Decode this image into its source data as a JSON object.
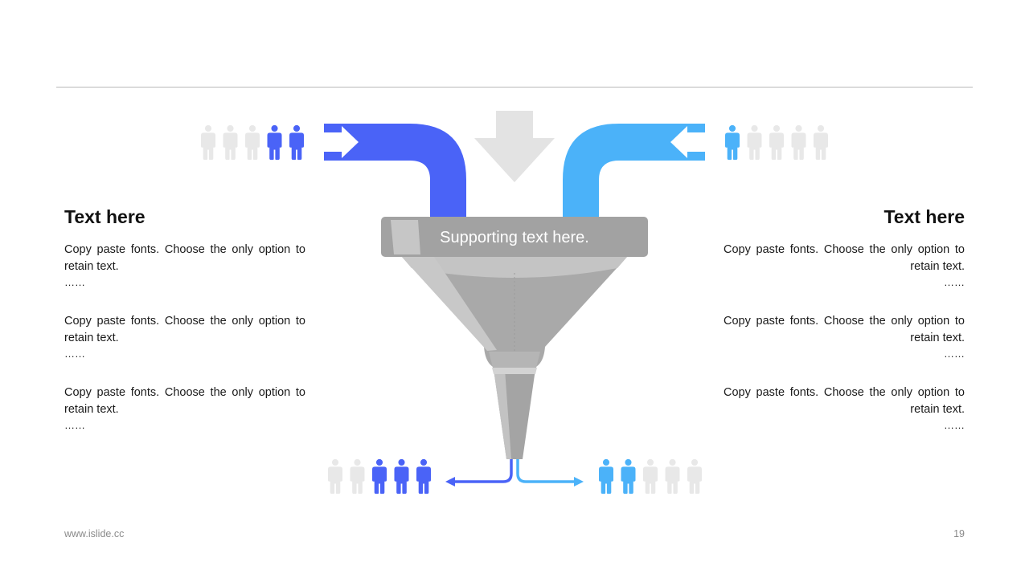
{
  "header": {
    "divider": true
  },
  "funnel": {
    "supporting_text": "Supporting text here.",
    "colors": {
      "blue": "#4a63f7",
      "light_blue": "#4bb2f9",
      "inactive_person": "#e8e8e8",
      "funnel_gray": "#a8a8a8",
      "down_arrow": "#e3e3e3"
    },
    "people": {
      "top_left": {
        "total": 5,
        "highlighted": 2,
        "color": "blue",
        "icon": "person-icon"
      },
      "top_right": {
        "total": 5,
        "highlighted": 1,
        "color": "light_blue",
        "icon": "person-icon"
      },
      "bottom_left": {
        "total": 5,
        "highlighted": 3,
        "color": "blue",
        "icon": "person-icon"
      },
      "bottom_right": {
        "total": 5,
        "highlighted": 2,
        "color": "light_blue",
        "icon": "person-icon"
      }
    }
  },
  "left_column": {
    "title": "Text here",
    "items": [
      {
        "body": "Copy paste fonts. Choose the only option to retain text.",
        "ellipsis": "……"
      },
      {
        "body": "Copy paste fonts. Choose the only option to retain text.",
        "ellipsis": "……"
      },
      {
        "body": "Copy paste fonts. Choose the only option to retain text.",
        "ellipsis": "……"
      }
    ]
  },
  "right_column": {
    "title": "Text here",
    "items": [
      {
        "body": "Copy paste fonts. Choose the only option to retain text.",
        "ellipsis": "……"
      },
      {
        "body": "Copy paste fonts. Choose the only option to retain text.",
        "ellipsis": "……"
      },
      {
        "body": "Copy paste fonts. Choose the only option to retain text.",
        "ellipsis": "……"
      }
    ]
  },
  "footer": {
    "url": "www.islide.cc",
    "page_number": "19"
  }
}
